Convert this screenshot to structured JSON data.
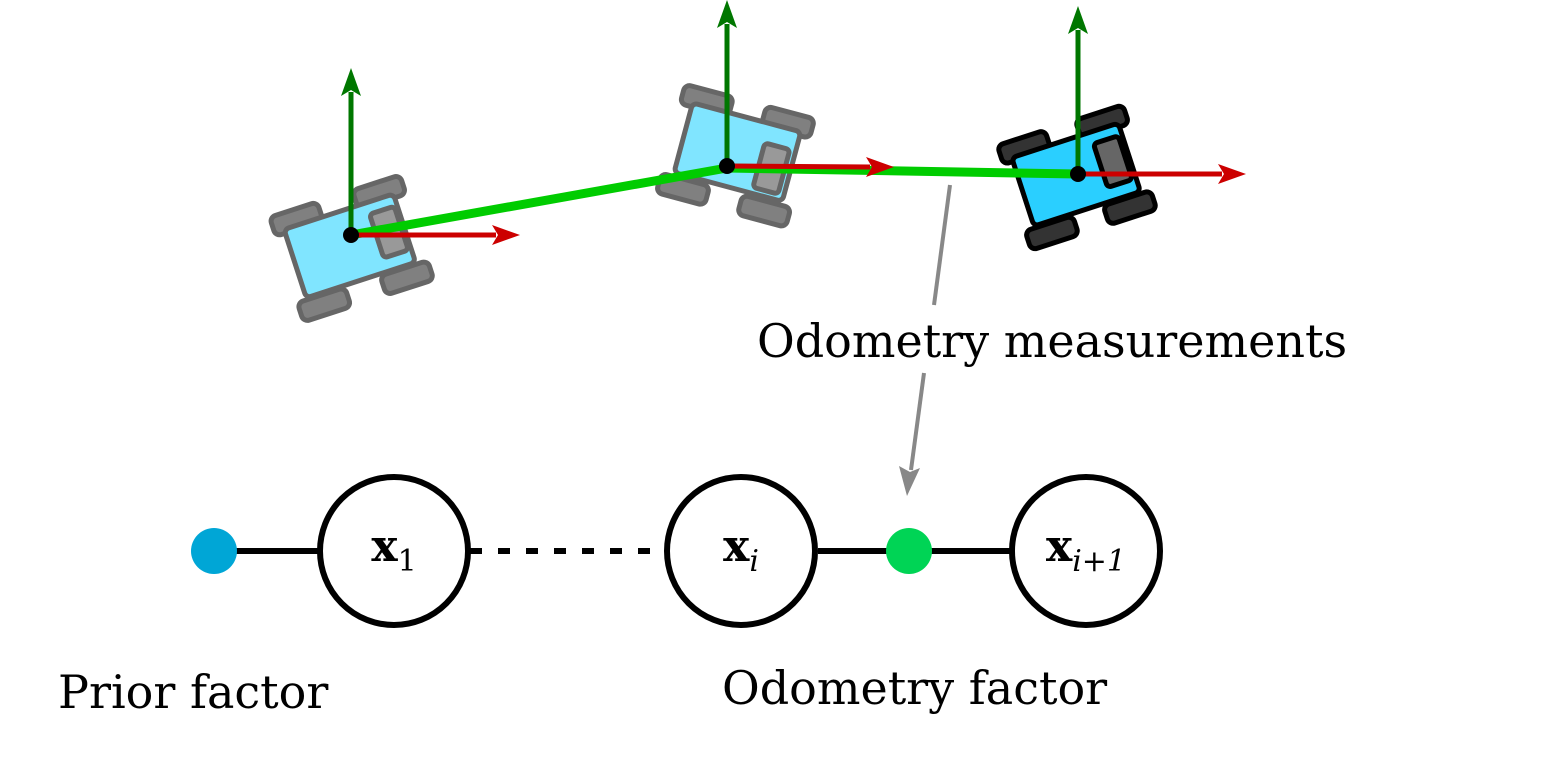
{
  "labels": {
    "odometry_measurements": "Odometry measurements",
    "prior_factor": "Prior factor",
    "odometry_factor": "Odometry factor"
  },
  "variables": [
    {
      "base": "x",
      "sub": "1"
    },
    {
      "base": "x",
      "sub": "i"
    },
    {
      "base": "x",
      "sub": "i+1"
    }
  ],
  "colors": {
    "prior_factor": "#00a6d6",
    "odometry_factor": "#00d455",
    "trajectory": "#00cc00",
    "x_axis": "#cc0000",
    "y_axis": "#007700",
    "robot_body_light": "#80e5ff",
    "robot_body_dark": "#2acfff",
    "annotation_arrow": "#888888"
  }
}
